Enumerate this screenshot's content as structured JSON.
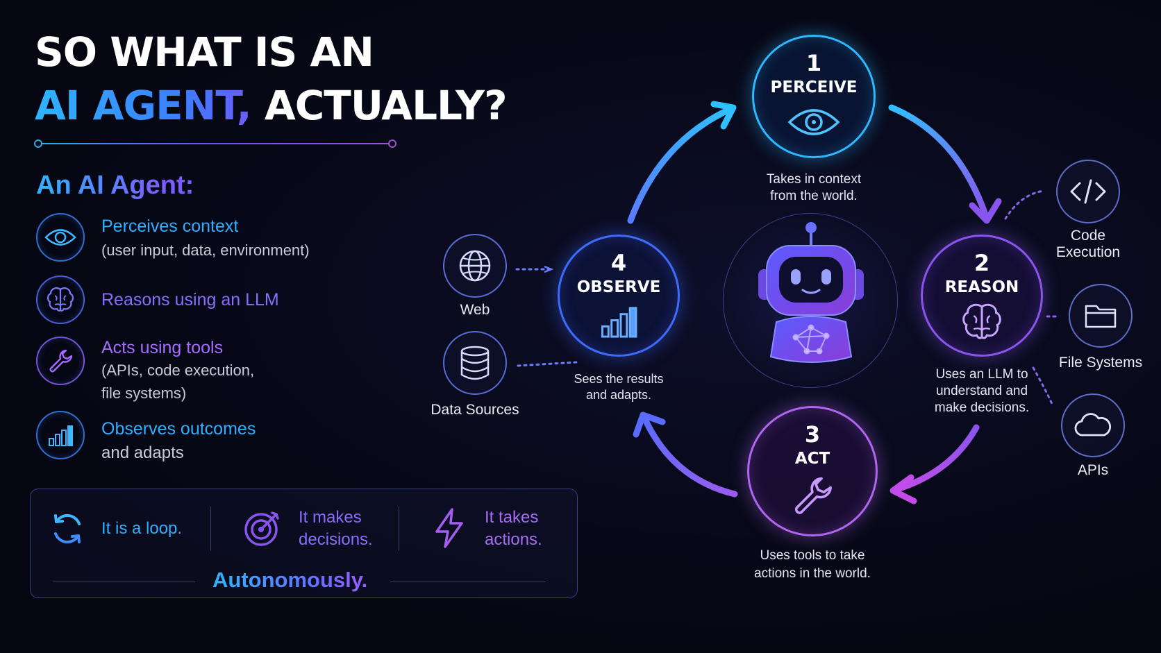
{
  "title": {
    "line1": "SO WHAT IS AN",
    "line2_highlight": "AI AGENT,",
    "line2_rest": " ACTUALLY?"
  },
  "subtitle": "An AI Agent:",
  "features": [
    {
      "icon": "eye-icon",
      "heading": "Perceives context",
      "sub": [
        "(user input, data, environment)"
      ],
      "color": "#2fb0ff"
    },
    {
      "icon": "brain-icon",
      "heading": "Reasons using an LLM",
      "sub": [],
      "color": "#8a6cff"
    },
    {
      "icon": "wrench-icon",
      "heading": "Acts using tools",
      "sub": [
        "(APIs, code execution,",
        "file systems)"
      ],
      "color": "#a66cff"
    },
    {
      "icon": "bar-chart-icon",
      "heading": "Observes outcomes",
      "sub": [
        "and adapts"
      ],
      "color": "#2fb0ff"
    }
  ],
  "summary": {
    "loop": "It is a loop.",
    "decisions": [
      "It makes",
      "decisions."
    ],
    "actions": [
      "It takes",
      "actions."
    ],
    "autonomously": "Autonomously.",
    "icons": [
      "refresh-icon",
      "target-icon",
      "lightning-icon"
    ]
  },
  "cycle": {
    "center_icon": "robot-icon",
    "stages": [
      {
        "number": "1",
        "name": "PERCEIVE",
        "icon": "eye-icon",
        "desc": [
          "Takes in context",
          "from the world."
        ],
        "color": "#2fb8ff"
      },
      {
        "number": "2",
        "name": "REASON",
        "icon": "brain-icon",
        "desc": [
          "Uses an LLM to",
          "understand and",
          "make decisions."
        ],
        "color": "#8a55ee"
      },
      {
        "number": "3",
        "name": "ACT",
        "icon": "wrench-icon",
        "desc": [
          "Uses tools to take",
          "actions in the world."
        ],
        "color": "#b266f0"
      },
      {
        "number": "4",
        "name": "OBSERVE",
        "icon": "bar-chart-icon",
        "desc": [
          "Sees the results",
          "and adapts."
        ],
        "color": "#3f6cff"
      }
    ]
  },
  "inputs": [
    {
      "icon": "globe-icon",
      "label": "Web"
    },
    {
      "icon": "database-icon",
      "label": "Data Sources"
    }
  ],
  "tools": [
    {
      "icon": "code-icon",
      "label": [
        "Code",
        "Execution"
      ]
    },
    {
      "icon": "folder-icon",
      "label": [
        "File Systems"
      ]
    },
    {
      "icon": "cloud-icon",
      "label": [
        "APIs"
      ]
    }
  ]
}
